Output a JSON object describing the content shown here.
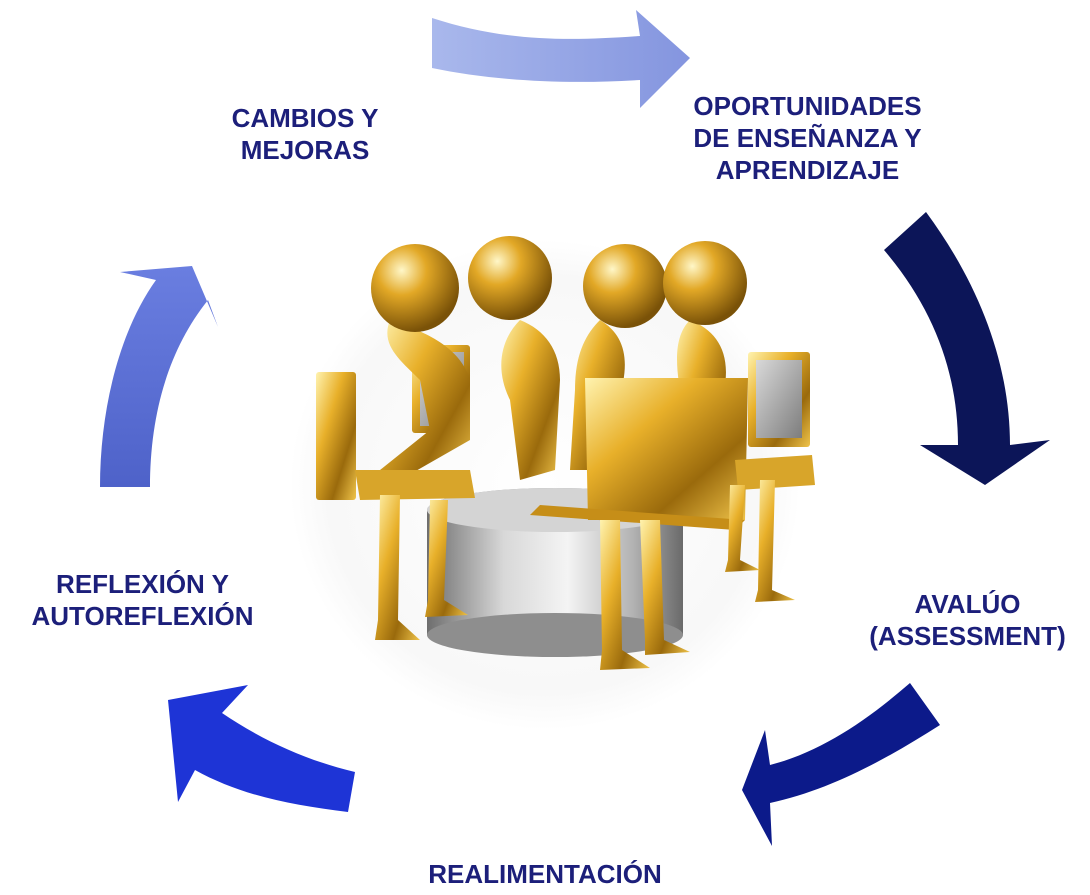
{
  "colors": {
    "label_text": "#1c1f7a",
    "arrow_top": "#93a4e6",
    "arrow_right_down": "#0c1558",
    "arrow_bottom_right": "#0c1a8a",
    "arrow_bottom_left": "#1e34d6",
    "arrow_left_up": "#5a6fd8",
    "gold": "#d9a21c",
    "pedestal": "#a9a9a9"
  },
  "stages": [
    {
      "lines": [
        "CAMBIOS Y",
        "MEJORAS"
      ]
    },
    {
      "lines": [
        "OPORTUNIDADES",
        "DE ENSEÑANZA Y",
        "APRENDIZAJE"
      ]
    },
    {
      "lines": [
        "AVALÚO",
        "(ASSESSMENT)"
      ]
    },
    {
      "lines": [
        "REALIMENTACIÓN"
      ]
    },
    {
      "lines": [
        "REFLEXIÓN Y",
        "AUTOREFLEXIÓN"
      ]
    }
  ],
  "center_image": {
    "icon": "gold-figures-with-laptops-illustration"
  }
}
